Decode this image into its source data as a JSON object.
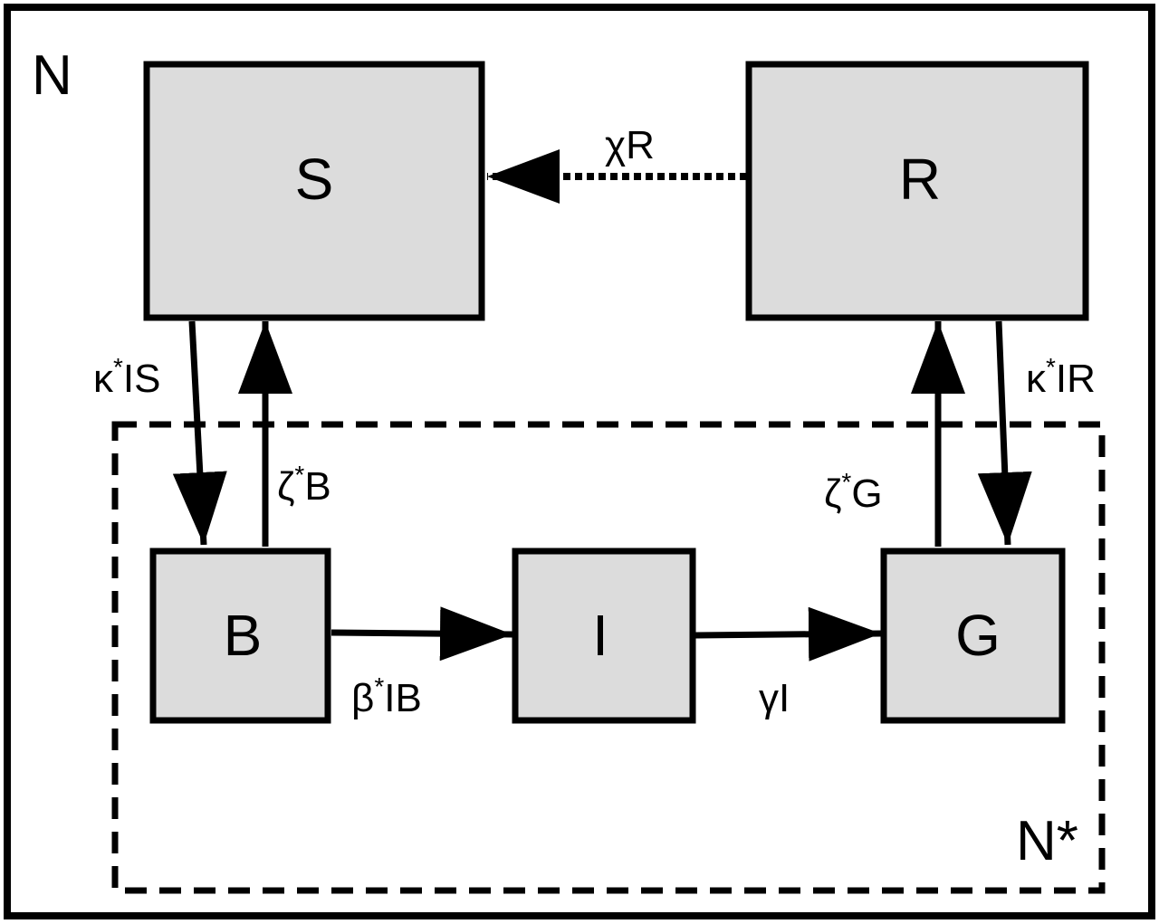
{
  "outer_region_label": "N",
  "inner_region_label": "N*",
  "compartments": {
    "S": "S",
    "R": "R",
    "B": "B",
    "I": "I",
    "G": "G"
  },
  "rates": {
    "chi": {
      "sym": "χ",
      "term": "R"
    },
    "kappa_s": {
      "sym": "κ",
      "sup": "*",
      "term": "IS"
    },
    "zeta_b": {
      "sym": "ζ",
      "sup": "*",
      "term": "B"
    },
    "beta": {
      "sym": "β",
      "sup": "*",
      "term": "IB"
    },
    "gamma": {
      "sym": "γ",
      "term": "I"
    },
    "zeta_g": {
      "sym": "ζ",
      "sup": "*",
      "term": "G"
    },
    "kappa_r": {
      "sym": "κ",
      "sup": "*",
      "term": "IR"
    }
  },
  "colors": {
    "box_fill": "#dcdcdc",
    "stroke": "#000000",
    "background": "#ffffff"
  }
}
